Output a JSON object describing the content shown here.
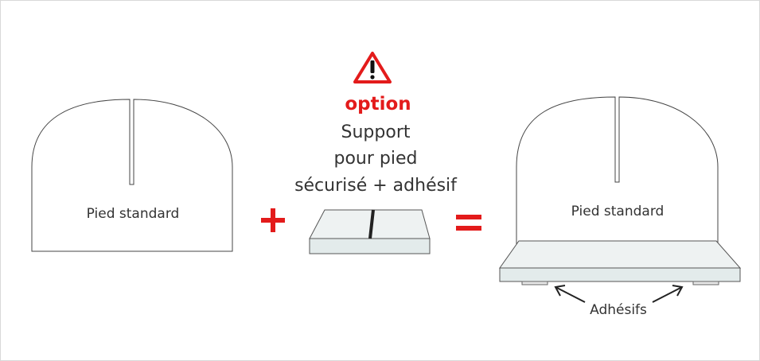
{
  "warning": {
    "icon": "warning-triangle-icon",
    "option_label": "option",
    "lines": [
      "Support",
      "pour pied",
      "sécurisé + adhésif"
    ]
  },
  "left_foot": {
    "label": "Pied standard"
  },
  "operators": {
    "plus": "+",
    "equals": "="
  },
  "right_assembly": {
    "foot_label": "Pied standard",
    "adhesive_label": "Adhésifs"
  },
  "colors": {
    "accent_red": "#e31b1b",
    "outline": "#444444",
    "support_top": "#eef2f2",
    "support_front": "#e3ebeb",
    "slot_dark": "#222222"
  }
}
